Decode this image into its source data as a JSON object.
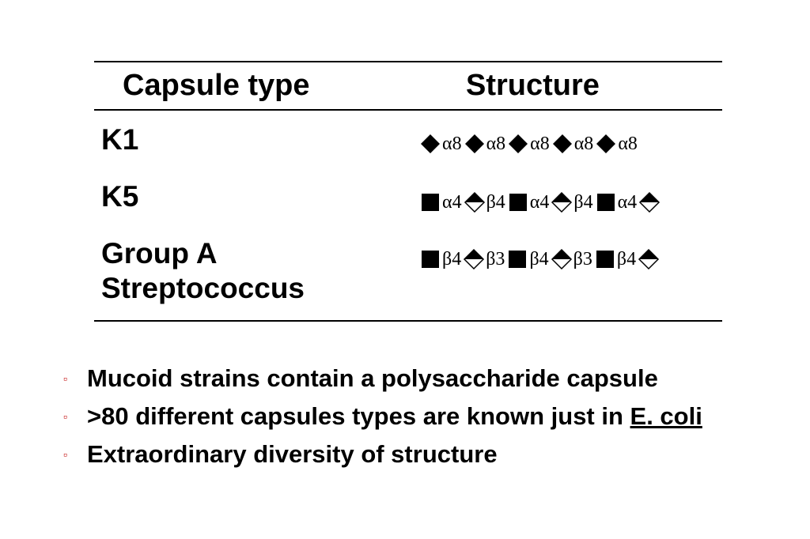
{
  "table": {
    "headers": {
      "type": "Capsule type",
      "structure": "Structure"
    },
    "rows": [
      {
        "type_lines": [
          "K1"
        ],
        "chain": [
          {
            "shape": "diamond-filled"
          },
          {
            "link": "α8"
          },
          {
            "shape": "diamond-filled"
          },
          {
            "link": "α8"
          },
          {
            "shape": "diamond-filled"
          },
          {
            "link": "α8"
          },
          {
            "shape": "diamond-filled"
          },
          {
            "link": "α8"
          },
          {
            "shape": "diamond-filled"
          },
          {
            "link": "α8"
          }
        ]
      },
      {
        "type_lines": [
          "K5"
        ],
        "chain": [
          {
            "shape": "square-filled"
          },
          {
            "link": "α4"
          },
          {
            "shape": "diamond-half"
          },
          {
            "link": "β4"
          },
          {
            "shape": "square-filled"
          },
          {
            "link": "α4"
          },
          {
            "shape": "diamond-half"
          },
          {
            "link": "β4"
          },
          {
            "shape": "square-filled"
          },
          {
            "link": "α4"
          },
          {
            "shape": "diamond-half"
          }
        ]
      },
      {
        "type_lines": [
          "Group A",
          "Streptococcus"
        ],
        "chain": [
          {
            "shape": "square-filled"
          },
          {
            "link": "β4"
          },
          {
            "shape": "diamond-half"
          },
          {
            "link": "β3"
          },
          {
            "shape": "square-filled"
          },
          {
            "link": "β4"
          },
          {
            "shape": "diamond-half"
          },
          {
            "link": "β3"
          },
          {
            "shape": "square-filled"
          },
          {
            "link": "β4"
          },
          {
            "shape": "diamond-half"
          }
        ]
      }
    ]
  },
  "bullets": [
    {
      "parts": [
        {
          "text": "Mucoid strains contain a polysaccharide capsule"
        }
      ]
    },
    {
      "parts": [
        {
          "text": ">80 different capsules types are known just in "
        },
        {
          "text": "E. coli",
          "underline": true
        }
      ]
    },
    {
      "parts": [
        {
          "text": "Extraordinary diversity of structure"
        }
      ]
    }
  ],
  "bullet_icon": "square-bullet-icon",
  "colors": {
    "text": "#000000",
    "bullet": "#c00000",
    "background": "#ffffff"
  }
}
